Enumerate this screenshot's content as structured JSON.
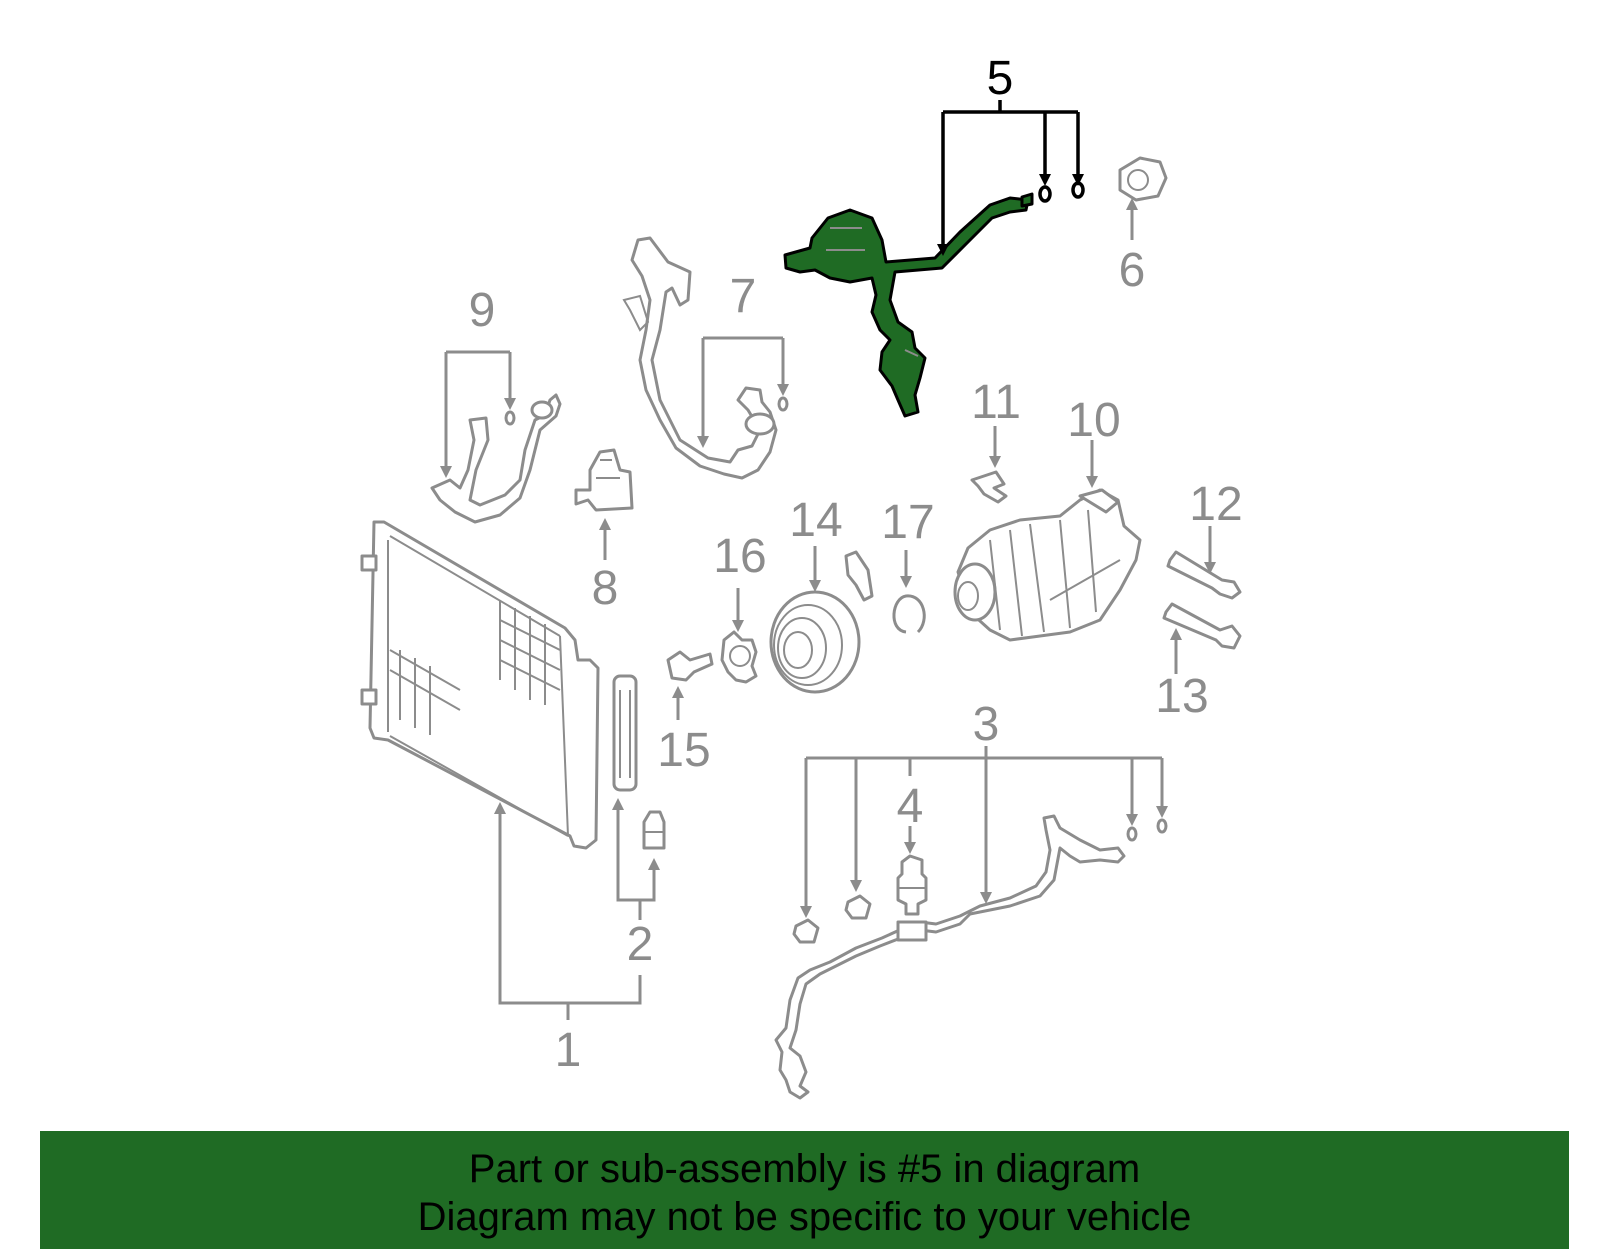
{
  "labels": {
    "p1": "1",
    "p2": "2",
    "p3": "3",
    "p4": "4",
    "p5": "5",
    "p6": "6",
    "p7": "7",
    "p8": "8",
    "p9": "9",
    "p10": "10",
    "p11": "11",
    "p12": "12",
    "p13": "13",
    "p14": "14",
    "p15": "15",
    "p16": "16",
    "p17": "17"
  },
  "highlighted_part": "5",
  "colors": {
    "highlight": "#1f6b24",
    "parts": "#8c8c8c",
    "selected_callout": "#000000"
  },
  "footer": {
    "line1": "Part or sub-assembly is #5 in diagram",
    "line2": "Diagram may not be specific to your vehicle"
  }
}
